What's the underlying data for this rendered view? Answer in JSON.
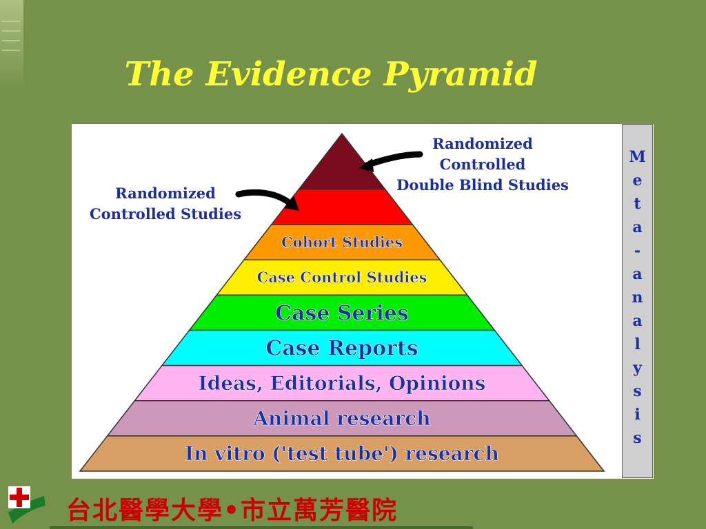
{
  "title": "The Evidence Pyramid",
  "levels": [
    {
      "label": "",
      "color": "#7a0a1e"
    },
    {
      "label": "",
      "color": "#ff0000"
    },
    {
      "label": "Cohort Studies",
      "color": "#ff9900"
    },
    {
      "label": "Case Control Studies",
      "color": "#ffee00"
    },
    {
      "label": "Case Series",
      "color": "#00ee00"
    },
    {
      "label": "Case Reports",
      "color": "#00ffff"
    },
    {
      "label": "Ideas, Editorials, Opinions",
      "color": "#ffb3f0"
    },
    {
      "label": "Animal research",
      "color": "#cc99bb"
    },
    {
      "label": "In vitro ('test tube') research",
      "color": "#d9a066"
    }
  ],
  "callouts": {
    "rct": [
      "Randomized",
      "Controlled Studies"
    ],
    "rcdbs": [
      "Randomized",
      "Controlled",
      "Double Blind Studies"
    ]
  },
  "meta_analysis": "Meta-analysis",
  "footer": {
    "institution": "台北醫學大學•市立萬芳醫院"
  },
  "colors": {
    "background": "#76924a",
    "title": "#ffff33",
    "label_text": "#1b2f9e",
    "footer_text": "#cc0000"
  }
}
